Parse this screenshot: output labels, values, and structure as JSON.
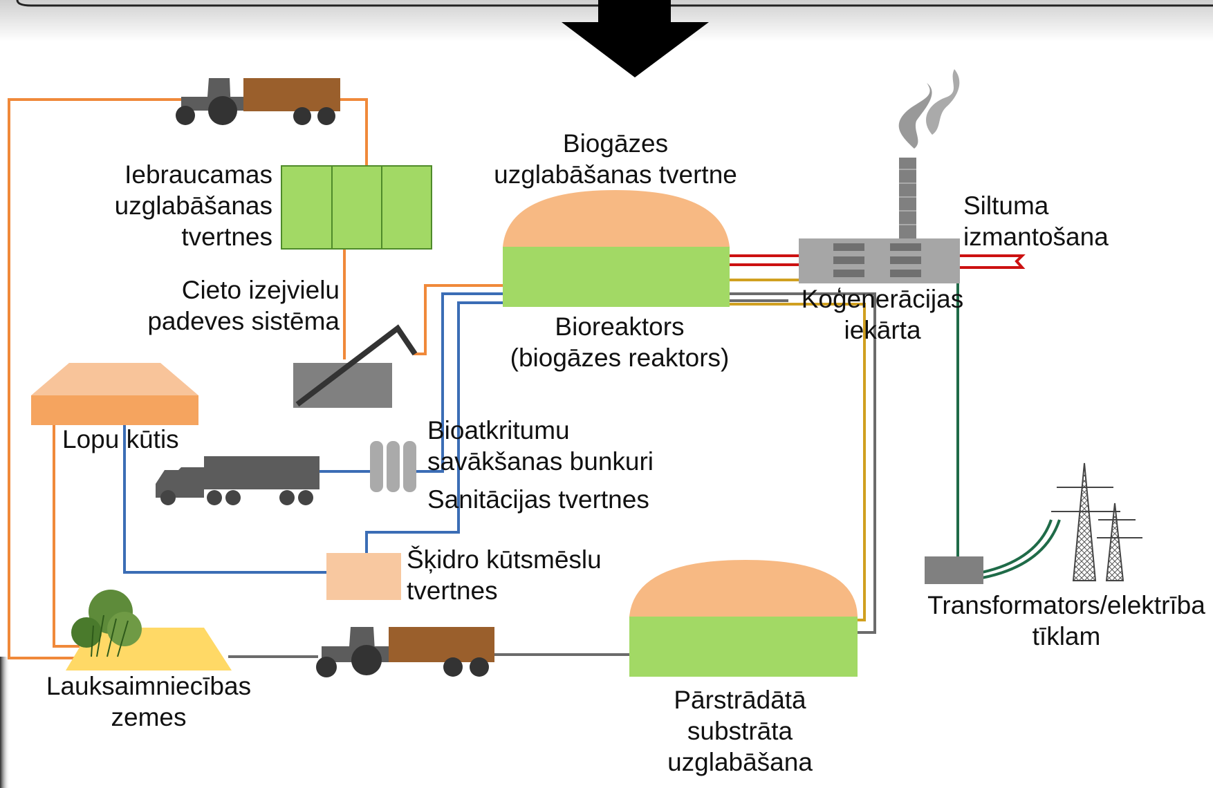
{
  "colors": {
    "orange_line": "#f0893a",
    "blue_line": "#3b6db5",
    "gray_line": "#6b6b6b",
    "yellow_line": "#d0a020",
    "red_line": "#cc1111",
    "green_line": "#1f6b48",
    "dome": "#f7b983",
    "tank_green": "#a2d965",
    "barn_roof": "#f8c49a",
    "barn_base": "#f5a45f",
    "field": "#ffd966",
    "trailer_brown": "#9a5f2c",
    "machine_gray": "#5c5c5c",
    "slurry_tank": "#f8c8a0"
  },
  "labels": {
    "storage_bunkers": "Iebraucamas\nuzglabāšanas\ntvertnes",
    "feed_system": "Cieto izejvielu\npadeves sistēma",
    "biogas_storage": "Biogāzes\nuzglabāšanas tvertne",
    "bioreactor": "Bioreaktors\n(biogāzes reaktors)",
    "heat_use": "Siltuma\nizmantošana",
    "chp_plant": "Koģenerācijas\niekārta",
    "barn": "Lopu kūtis",
    "biowaste": "Bioatkritumu\nsavākšanas bunkuri",
    "sanitation": "Sanitācijas tvertnes",
    "slurry_tanks": "Šķidro kūtsmēslu\ntvertnes",
    "farmland": "Lauksaimniecības\nzemes",
    "digestate_storage": "Pārstrādātā\nsubstrāta\nuzglabāšana",
    "transformer": "Transformators/elektrība\ntīklam"
  },
  "icons": {
    "arrow": "down-arrow-icon",
    "tractor": "tractor-icon",
    "truck": "truck-icon",
    "chimney": "chimney-smoke-icon",
    "pylon": "power-pylon-icon",
    "bushes": "bush-icon"
  }
}
